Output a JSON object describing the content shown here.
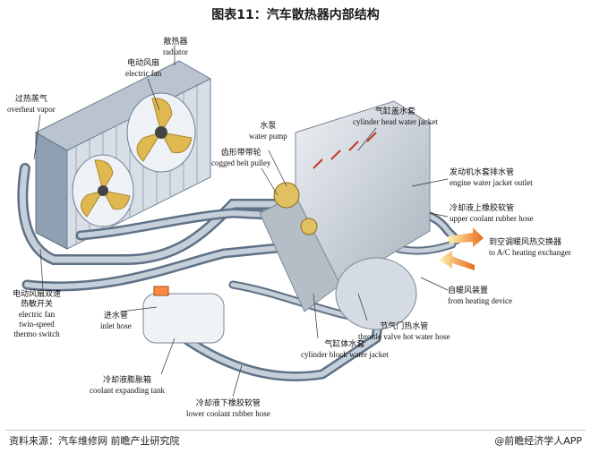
{
  "title": "图表11：汽车散热器内部结构",
  "labels": {
    "radiator": {
      "zh": "散热器",
      "en": "radiator"
    },
    "electric_fan": {
      "zh": "电动风扇",
      "en": "electric fan"
    },
    "overheat_vapor": {
      "zh": "过热蒸气",
      "en": "overheat vapor"
    },
    "water_pump": {
      "zh": "水泵",
      "en": "water pump"
    },
    "cogged_belt_pulley": {
      "zh": "齿形带带轮",
      "en": "cogged belt pulley"
    },
    "cylinder_head_water_jacket": {
      "zh": "气缸盖水套",
      "en": "cylinder head water jacket"
    },
    "engine_water_jacket_outlet": {
      "zh": "发动机水套排水管",
      "en": "engine water jacket outlet"
    },
    "upper_coolant_rubber_hose": {
      "zh": "冷却液上橡胶软管",
      "en": "upper coolant rubber hose"
    },
    "to_ac_heating_exchanger": {
      "zh": "到空调暖风热交换器",
      "en": "to A/C heating exchanger"
    },
    "from_heating_device": {
      "zh": "自暖风装置",
      "en": "from heating device"
    },
    "fan_switch": {
      "zh1": "电动风扇双速",
      "zh2": "热敏开关",
      "en1": "electric fan",
      "en2": "twin-speed",
      "en3": "thermo switch"
    },
    "inlet_hose": {
      "zh": "进水管",
      "en": "inlet hose"
    },
    "throttle_valve_hot_water_hose": {
      "zh": "节气门热水管",
      "en": "throttle valve hot water hose"
    },
    "cylinder_block_water_jacket": {
      "zh": "气缸体水套",
      "en": "cylinder block water jacket"
    },
    "coolant_expanding_tank": {
      "zh": "冷却液膨胀箱",
      "en": "coolant expanding tank"
    },
    "lower_coolant_rubber_hose": {
      "zh": "冷却液下橡胶软管",
      "en": "lower coolant rubber hose"
    }
  },
  "footer": {
    "source": "资料来源：汽车维修网 前瞻产业研究院",
    "brand": "@前瞻经济学人APP"
  },
  "colors": {
    "pipe": "#9fb0c2",
    "pipe_dark": "#6b7f95",
    "engine": "#c9ced6",
    "fan_blade": "#e0b850",
    "hot_arrow": "#e07a2a",
    "leader": "#333333"
  }
}
